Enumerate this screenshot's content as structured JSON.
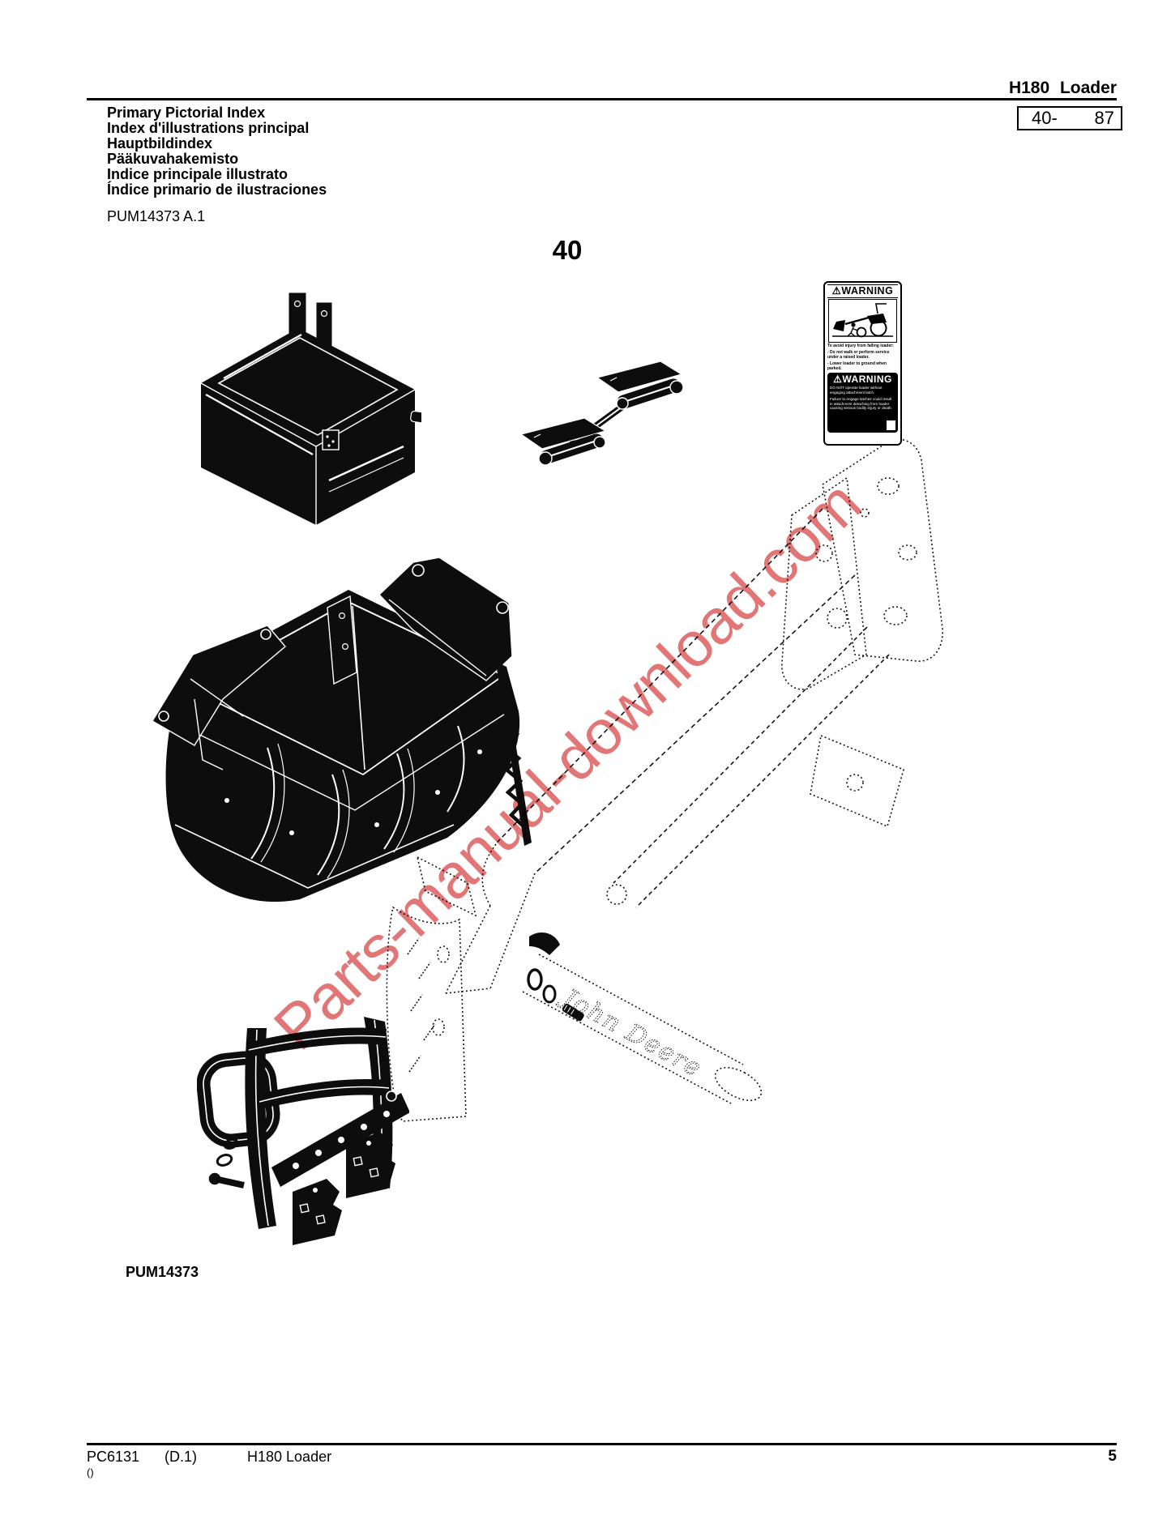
{
  "header": {
    "model_title": "H180 Loader",
    "page_ref_left": "40-",
    "page_ref_right": "87"
  },
  "title_block": {
    "lines": [
      "Primary Pictorial Index",
      "Index d'illustrations principal",
      "Hauptbildindex",
      "Pääkuvahakemisto",
      "Indice principale illustrato",
      "Índice primario de ilustraciones"
    ],
    "reference": "PUM14373 A.1"
  },
  "figure": {
    "number": "40",
    "caption": "PUM14373",
    "tube_logo": "John Deere"
  },
  "warning_labels": {
    "icon": "⚠",
    "label1": {
      "title": "WARNING",
      "line1": "To avoid injury from falling loader:",
      "line2": "- Do not walk or perform service under a raised loader.",
      "line3": "- Lower loader to ground when parked."
    },
    "label2": {
      "title": "WARNING",
      "line1": "DO NOT operate loader without engaging attachment latch.",
      "line2": "Failure to engage latches could result in attachment detaching from loader causing serious bodily injury or death."
    }
  },
  "watermark": {
    "text": "Parts-manual-download.com",
    "color": "#DB5353"
  },
  "footer": {
    "doc_number": "PC6131",
    "revision": "(D.1)",
    "model": "H180 Loader",
    "sub_line": "()",
    "page_number": "5"
  }
}
